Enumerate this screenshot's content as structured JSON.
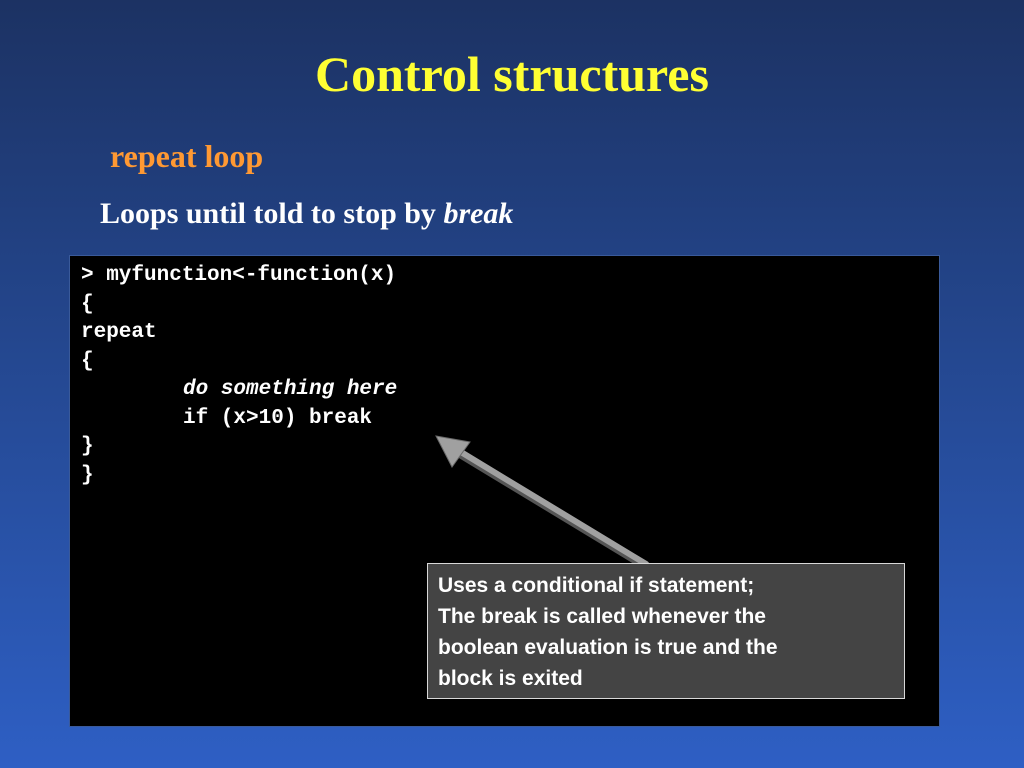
{
  "slide": {
    "title": "Control structures",
    "subtitle": "repeat loop",
    "description": {
      "text": "Loops until told to stop by ",
      "emphasis": "break"
    }
  },
  "code": {
    "lines": [
      "> myfunction<-function(x)",
      "{",
      "repeat",
      "{",
      "do something here",
      "if (x>10) break",
      "}",
      "}"
    ]
  },
  "callout": {
    "lines": [
      "Uses a conditional if statement;",
      "The break is called whenever the",
      "boolean evaluation is true and the",
      "block is exited"
    ]
  },
  "colors": {
    "title": "#ffff33",
    "subtitle": "#ff9933",
    "code_background": "#000000",
    "callout_background": "#444444",
    "arrow": "#9a9a9a"
  }
}
